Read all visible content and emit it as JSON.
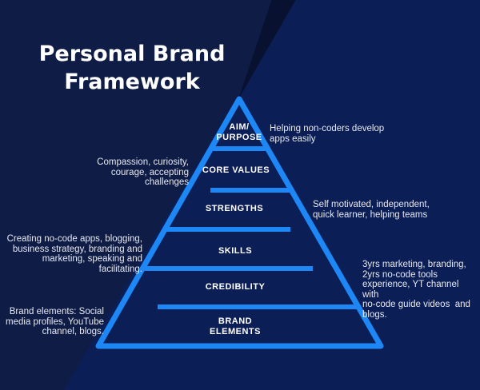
{
  "title": "Personal Brand\nFramework",
  "pyramid": {
    "levels": [
      {
        "label": "AIM/\nPURPOSE",
        "note": "Helping non-coders develop\napps easily",
        "note_side": "right"
      },
      {
        "label": "CORE VALUES",
        "note": "Compassion, curiosity,\ncourage, accepting\nchallenges",
        "note_side": "left"
      },
      {
        "label": "STRENGTHS",
        "note": "Self motivated, independent,\nquick learner, helping teams",
        "note_side": "right"
      },
      {
        "label": "SKILLS",
        "note": "Creating no-code apps, blogging,\nbusiness strategy, branding and\nmarketing, speaking and facilitating.",
        "note_side": "left"
      },
      {
        "label": "CREDIBILITY",
        "note": "3yrs marketing, branding,\n2yrs no-code tools\nexperience, YT channel with\nno-code guide videos  and\nblogs.",
        "note_side": "right"
      },
      {
        "label": "BRAND\nELEMENTS",
        "note": "Brand elements: Social\nmedia profiles, YouTube\nchannel, blogs.",
        "note_side": "left"
      }
    ]
  },
  "colors": {
    "accent_blue": "#1d87f5",
    "background_left": "#0e1c46",
    "background_right": "#0b1e55",
    "background_wedge": "#081130",
    "title_text": "#ffffff",
    "note_text": "#e7e9f1"
  }
}
